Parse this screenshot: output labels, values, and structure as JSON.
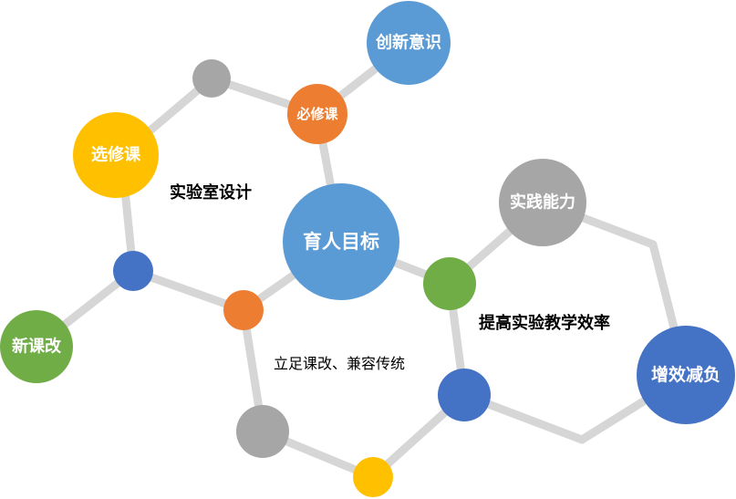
{
  "colors": {
    "edge": "#d6d6d6",
    "gray": "#a6a6a6",
    "orange": "#ed7d31",
    "yellow": "#ffc000",
    "blue_light": "#5b9bd5",
    "blue_dark": "#4472c4",
    "green": "#70ad47"
  },
  "nodes": {
    "chuangxin": {
      "label": "创新意识",
      "color": "blue_light"
    },
    "bixiu": {
      "label": "必修课",
      "color": "orange"
    },
    "xuanxiu": {
      "label": "选修课",
      "color": "yellow"
    },
    "yuren": {
      "label": "育人目标",
      "color": "blue_light"
    },
    "shijian": {
      "label": "实践能力",
      "color": "gray"
    },
    "xinkegai": {
      "label": "新课改",
      "color": "green"
    },
    "zengxiao": {
      "label": "增效减负",
      "color": "blue_dark"
    }
  },
  "captions": {
    "shiyanshi": "实验室设计",
    "tigao": "提高实验教学效率",
    "lizu": "立足课改、兼容传统"
  }
}
